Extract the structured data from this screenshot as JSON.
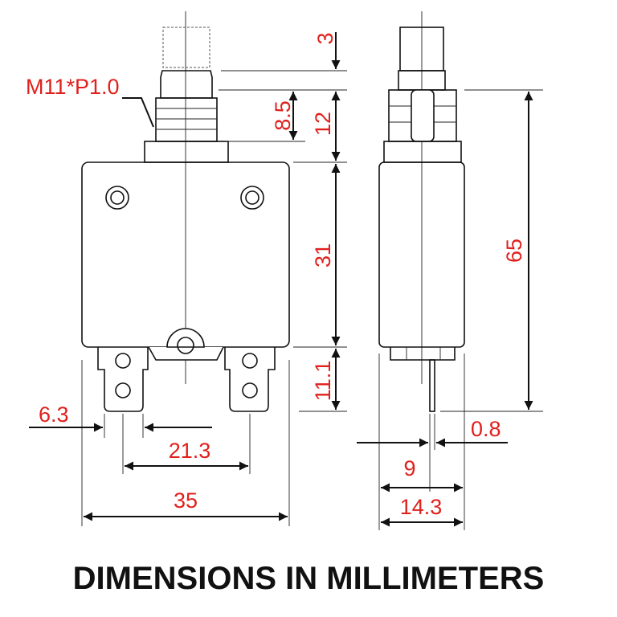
{
  "thread_label": "M11*P1.0",
  "dimensions": {
    "button_top": "3",
    "thread_length": "8.5",
    "neck_height": "12",
    "body_height": "31",
    "terminal_height": "11.1",
    "total_height": "65",
    "terminal_width": "6.3",
    "terminal_spacing": "21.3",
    "body_width": "35",
    "terminal_thickness": "0.8",
    "terminal_offset": "9",
    "body_depth": "14.3"
  },
  "caption": "DIMENSIONS IN MILLIMETERS",
  "colors": {
    "dimension_text": "#e0201c",
    "lines": "#111111"
  }
}
